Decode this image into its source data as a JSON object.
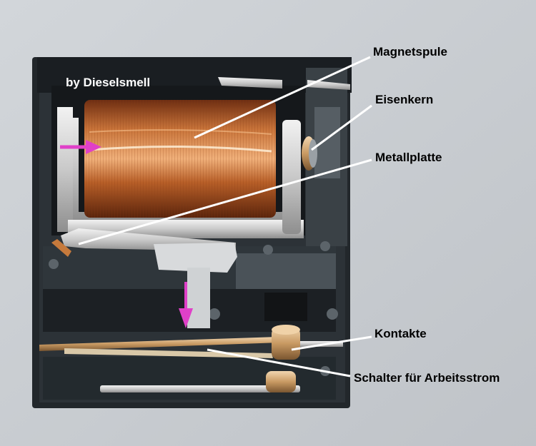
{
  "credit": "by Dieselsmell",
  "labels": {
    "magnetspule": "Magnetspule",
    "eisenkern": "Eisenkern",
    "metallplatte": "Metallplatte",
    "kontakte": "Kontakte",
    "schalter": "Schalter für Arbeitsstrom"
  },
  "colors": {
    "background": "#c8ccd0",
    "housing": "#1f2428",
    "coil": "#b5622c",
    "arrow": "#e040c8",
    "pointer": "#ffffff"
  }
}
